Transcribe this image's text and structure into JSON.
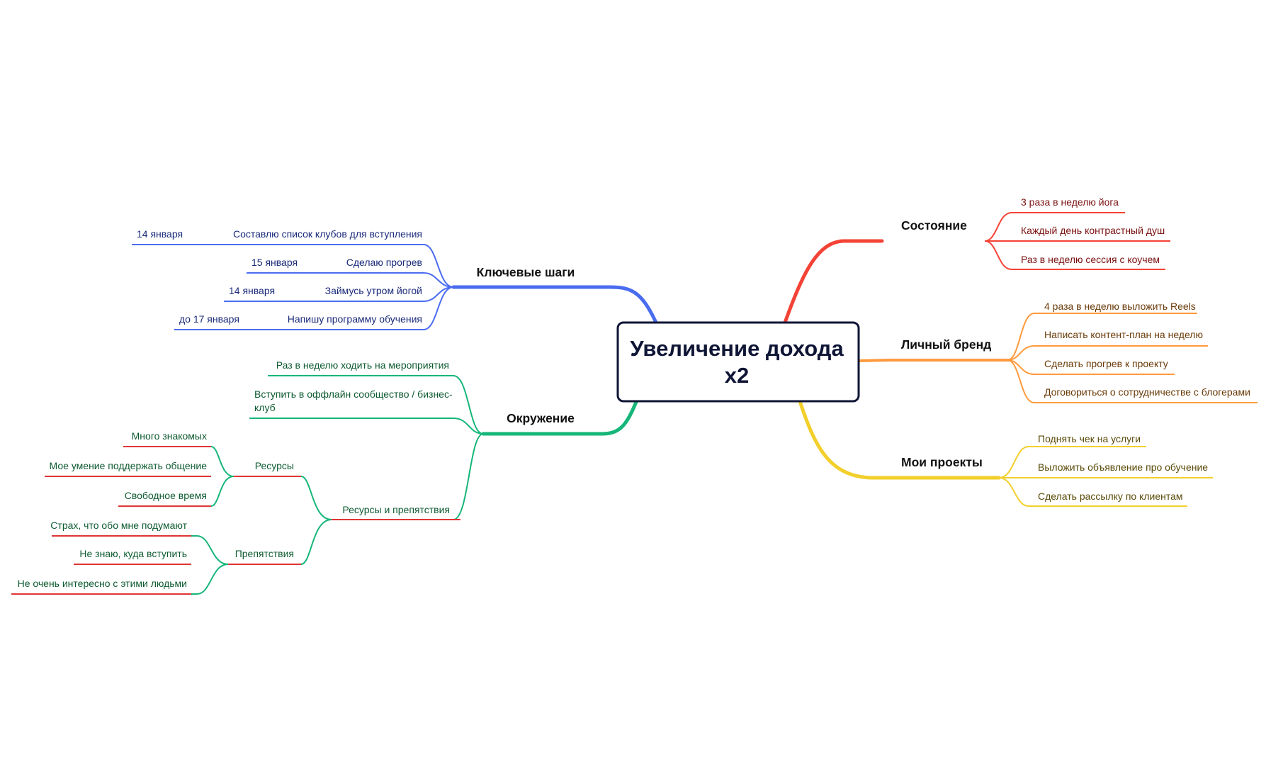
{
  "central": {
    "line1": "Увеличение дохода",
    "line2": "x2"
  },
  "colors": {
    "red": "#f44336",
    "orange": "#ff9a3c",
    "yellow": "#f2cf2a",
    "blue": "#4a6cf0",
    "green": "#16b67a",
    "underline_red": "#e03535",
    "text_red": "#7a1010",
    "text_orange": "#6a3a08",
    "text_yellow": "#5a4a08",
    "text_blue": "#1a2a7a",
    "text_green": "#0d5a30",
    "center_border": "#0f1535"
  },
  "branches": {
    "state": {
      "label": "Состояние",
      "items": [
        "3 раза в неделю йога",
        "Каждый день контрастный душ",
        "Раз в неделю сессия с коучем"
      ]
    },
    "brand": {
      "label": "Личный бренд",
      "items": [
        "4 раза в неделю выложить Reels",
        "Написать контент-план на неделю",
        "Сделать прогрев к проекту",
        "Договориться о сотрудничестве с блогерами"
      ]
    },
    "projects": {
      "label": "Мои проекты",
      "items": [
        "Поднять чек на услуги",
        "Выложить объявление про обучение",
        "Сделать рассылку по клиентам"
      ]
    },
    "steps": {
      "label": "Ключевые шаги",
      "items": [
        {
          "text": "Составлю список клубов для вступления",
          "date": "14 января"
        },
        {
          "text": "Сделаю прогрев",
          "date": "15 января"
        },
        {
          "text": "Займусь утром йогой",
          "date": "14 января"
        },
        {
          "text": "Напишу программу обучения",
          "date": "до 17 января"
        }
      ]
    },
    "env": {
      "label": "Окружение",
      "items": [
        {
          "text": "Раз в неделю ходить на мероприятия"
        },
        {
          "line1": "Вступить в оффлайн сообщество / бизнес-",
          "line2": "клуб"
        }
      ],
      "sub": {
        "label": "Ресурсы и препятствия",
        "resources": {
          "label": "Ресурсы",
          "items": [
            "Много знакомых",
            "Мое умение поддержать общение",
            "Свободное время"
          ]
        },
        "obstacles": {
          "label": "Препятствия",
          "items": [
            "Страх, что обо мне подумают",
            "Не знаю, куда вступить",
            "Не очень интересно с этими людьми"
          ]
        }
      }
    }
  }
}
